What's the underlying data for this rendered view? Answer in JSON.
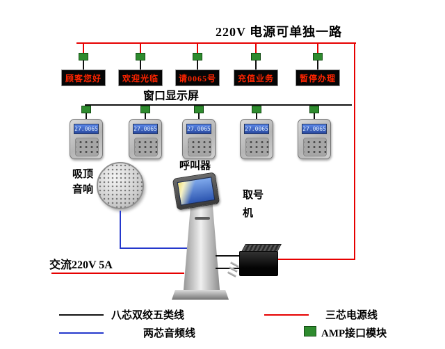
{
  "diagram": {
    "title": "220V 电源可单独一路",
    "display_row": {
      "label": "窗口显示屏",
      "displays": [
        "顾客您好",
        "欢迎光临",
        "请0065号",
        "充值业务",
        "暂停办理"
      ]
    },
    "caller_row": {
      "label": "呼叫器",
      "lcd_text": "27.0065"
    },
    "speaker_label": "吸顶\n音响",
    "kiosk_label": "取号\n机",
    "ac_power_label": "交流220V 5A",
    "legend": {
      "cat5_label": "八芯双绞五类线",
      "power_label": "三芯电源线",
      "audio_label": "两芯音频线",
      "amp_label": "AMP接口模块"
    },
    "colors": {
      "power_line": "#e60000",
      "data_line": "#111111",
      "audio_line": "#2438cc",
      "amp_module_fill": "#2e8b2e",
      "amp_module_border": "#114a11",
      "led_text": "#ff2400"
    }
  }
}
